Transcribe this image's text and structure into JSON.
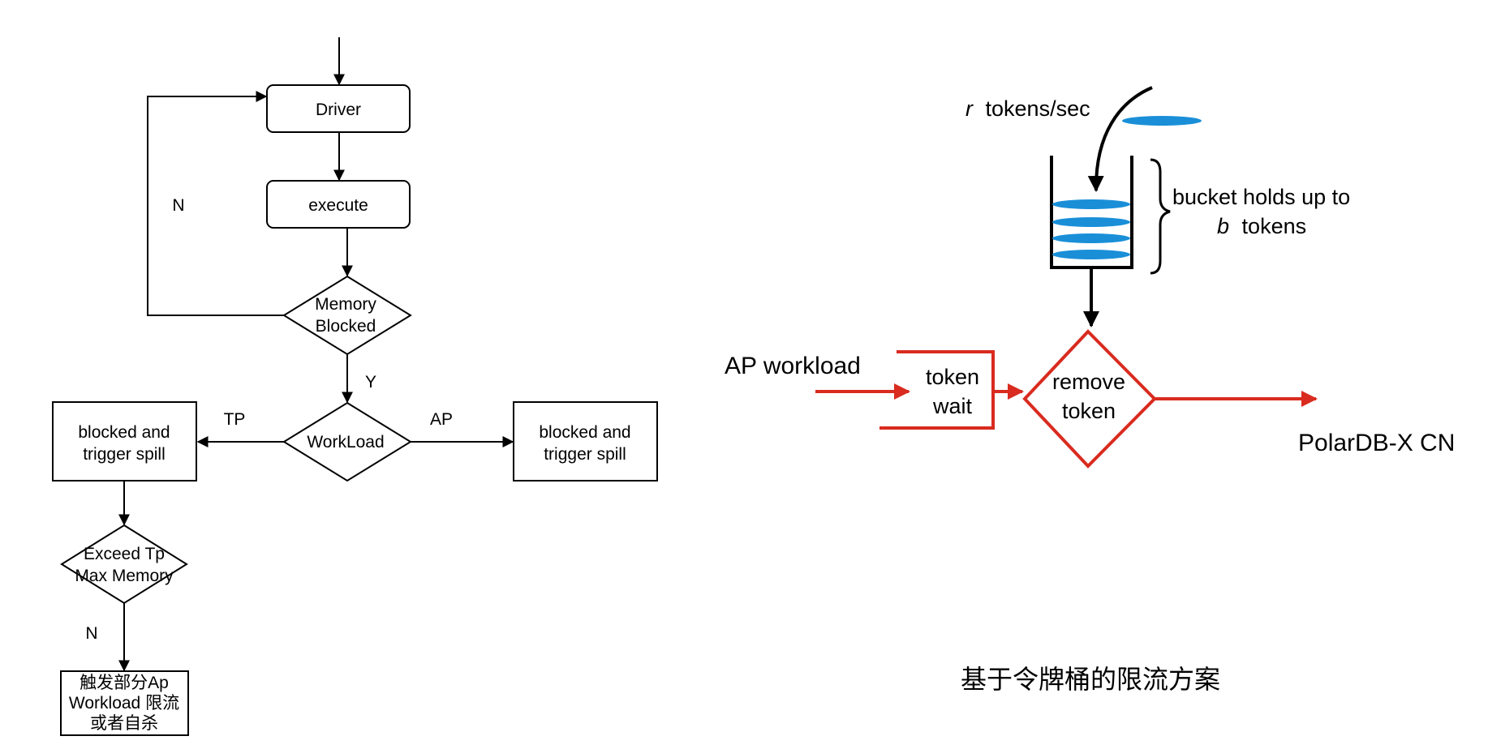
{
  "flowchart": {
    "driver": "Driver",
    "execute": "execute",
    "memory_blocked": [
      "Memory",
      "Blocked"
    ],
    "label_n_loop": "N",
    "label_y": "Y",
    "workload": "WorkLoad",
    "label_tp": "TP",
    "label_ap": "AP",
    "blocked_left": [
      "blocked and",
      "trigger spill"
    ],
    "blocked_right": [
      "blocked and",
      "trigger spill"
    ],
    "exceed": [
      "Exceed Tp",
      "Max Memory"
    ],
    "label_n_exceed": "N",
    "trigger": [
      "触发部分Ap",
      "Workload 限流",
      "或者自杀"
    ]
  },
  "token_bucket": {
    "rate_symbol": "r",
    "rate_text": "tokens/sec",
    "bucket_label_line1": "bucket holds up to",
    "bucket_label_symbol": "b",
    "bucket_label_tokens": "tokens",
    "ap_workload": "AP workload",
    "token_wait": [
      "token",
      "wait"
    ],
    "remove_token": [
      "remove",
      "token"
    ],
    "destination": "PolarDB-X CN",
    "caption": "基于令牌桶的限流方案",
    "colors": {
      "token": "#1a8fd8",
      "flow": "#d92b1f",
      "line": "#000000"
    }
  }
}
